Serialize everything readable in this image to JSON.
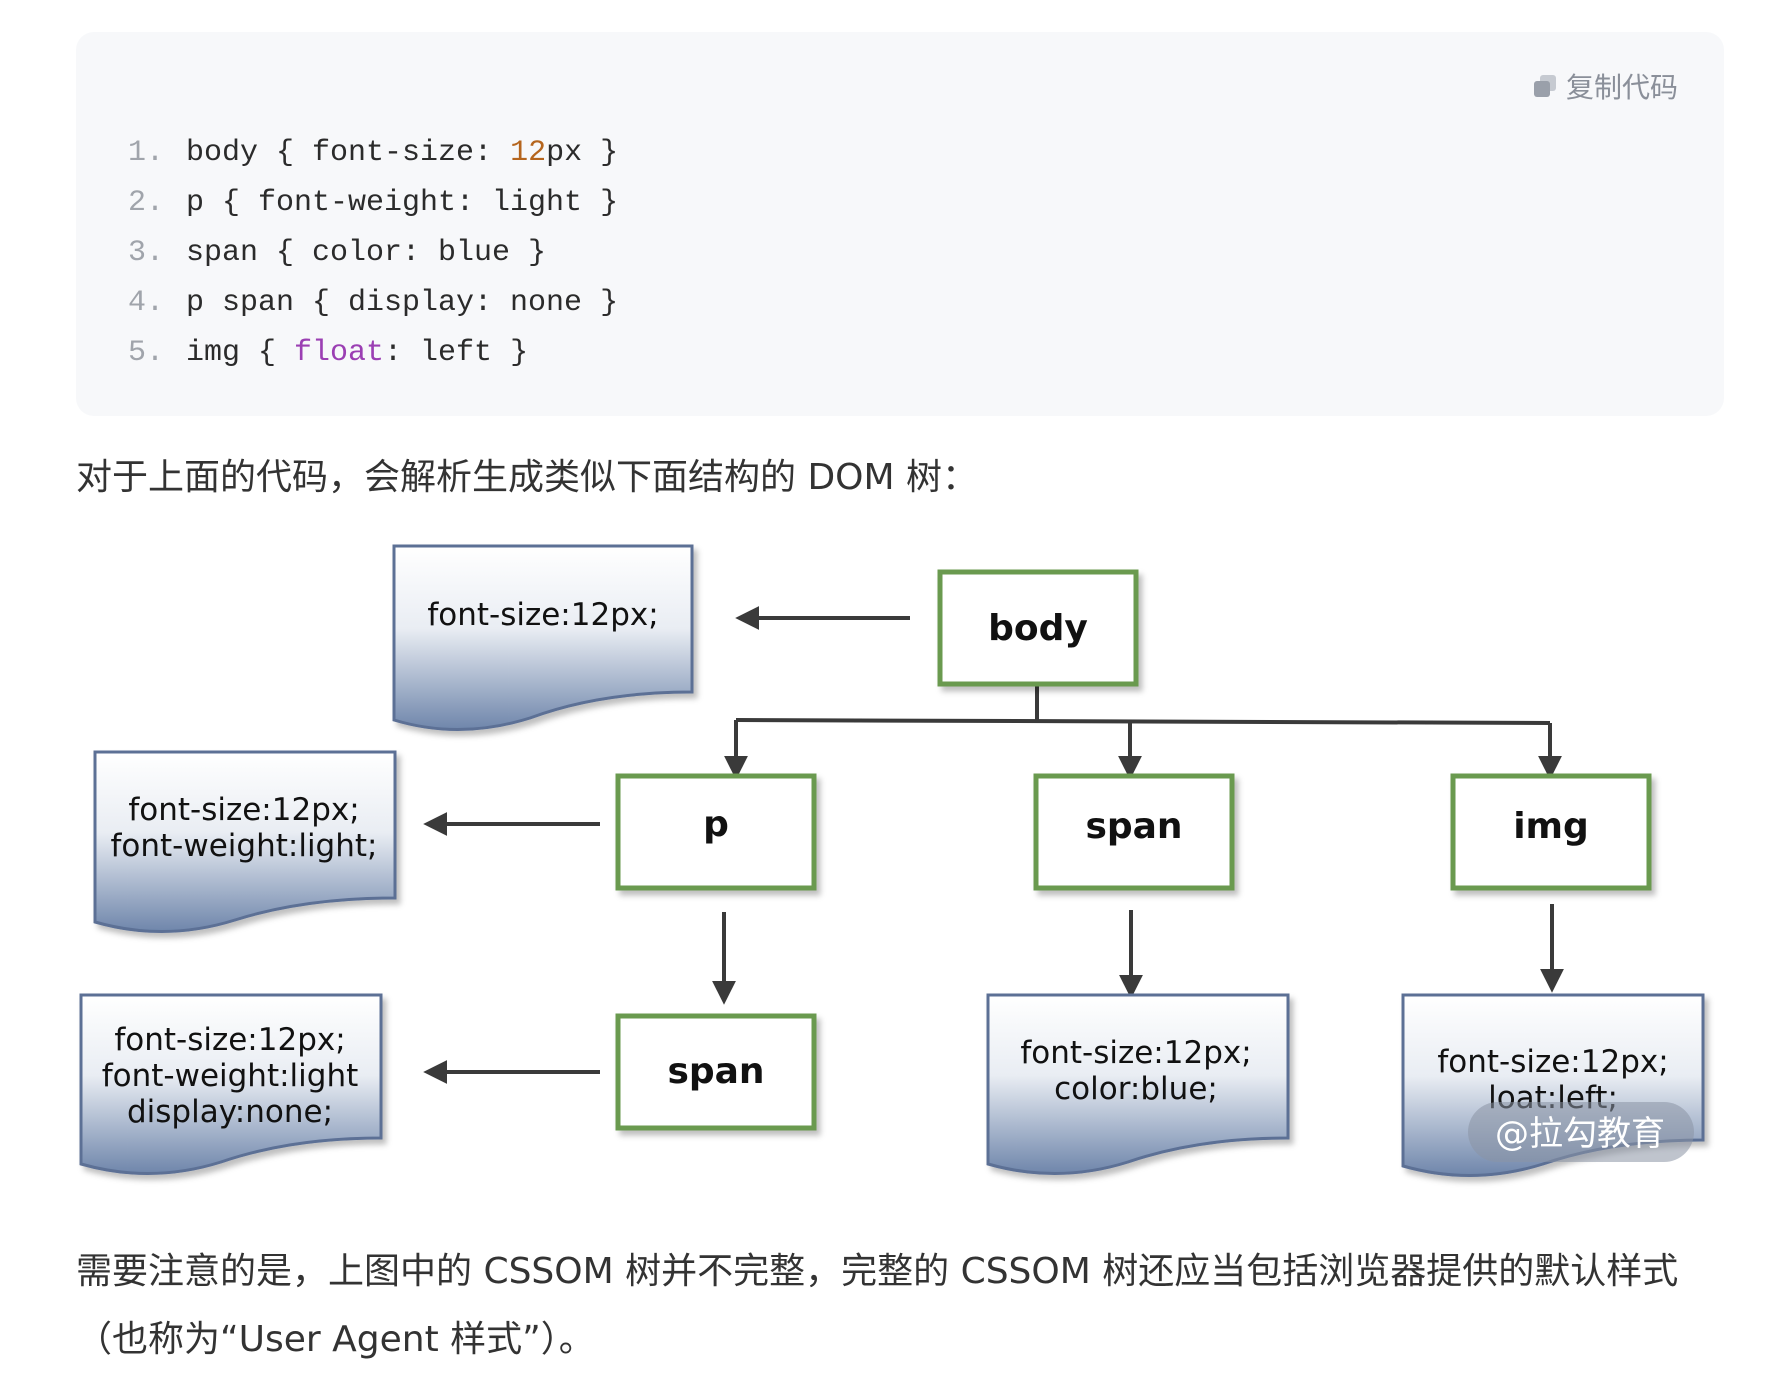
{
  "code_block": {
    "copy_label": "复制代码",
    "copy_icon": "copy-icon",
    "lines": [
      {
        "number": "1.",
        "tokens": [
          {
            "text": "body { font-size: ",
            "kind": "text"
          },
          {
            "text": "12",
            "kind": "num"
          },
          {
            "text": "px }",
            "kind": "text"
          }
        ]
      },
      {
        "number": "2.",
        "tokens": [
          {
            "text": "p { font-weight: light }",
            "kind": "text"
          }
        ]
      },
      {
        "number": "3.",
        "tokens": [
          {
            "text": "span { color: blue }",
            "kind": "text"
          }
        ]
      },
      {
        "number": "4.",
        "tokens": [
          {
            "text": "p span { display: none }",
            "kind": "text"
          }
        ]
      },
      {
        "number": "5.",
        "tokens": [
          {
            "text": "img { ",
            "kind": "text"
          },
          {
            "text": "float",
            "kind": "kw"
          },
          {
            "text": ": left }",
            "kind": "text"
          }
        ]
      }
    ]
  },
  "intro_text": "对于上面的代码，会解析生成类似下面结构的 DOM 树：",
  "diagram": {
    "nodes": {
      "body": "body",
      "p": "p",
      "span_child": "span",
      "span": "span",
      "img": "img"
    },
    "styles": {
      "body": [
        "font-size:12px;"
      ],
      "p": [
        "font-size:12px;",
        "font-weight:light;"
      ],
      "p_span": [
        "font-size:12px;",
        "font-weight:light",
        "display:none;"
      ],
      "span": [
        "font-size:12px;",
        "color:blue;"
      ],
      "img": [
        "font-size:12px;",
        "loat:left;"
      ]
    },
    "watermark": "@拉勾教育",
    "colors": {
      "node_border": "#6a9a4f",
      "doc_top": "#ffffff",
      "doc_bottom": "#6f86ab",
      "doc_border": "#5b6f95",
      "line": "#3a3a3a"
    }
  },
  "note_text": "需要注意的是，上图中的 CSSOM 树并不完整，完整的 CSSOM 树还应当包括浏览器提供的默认样式（也称为“User Agent 样式”）。"
}
